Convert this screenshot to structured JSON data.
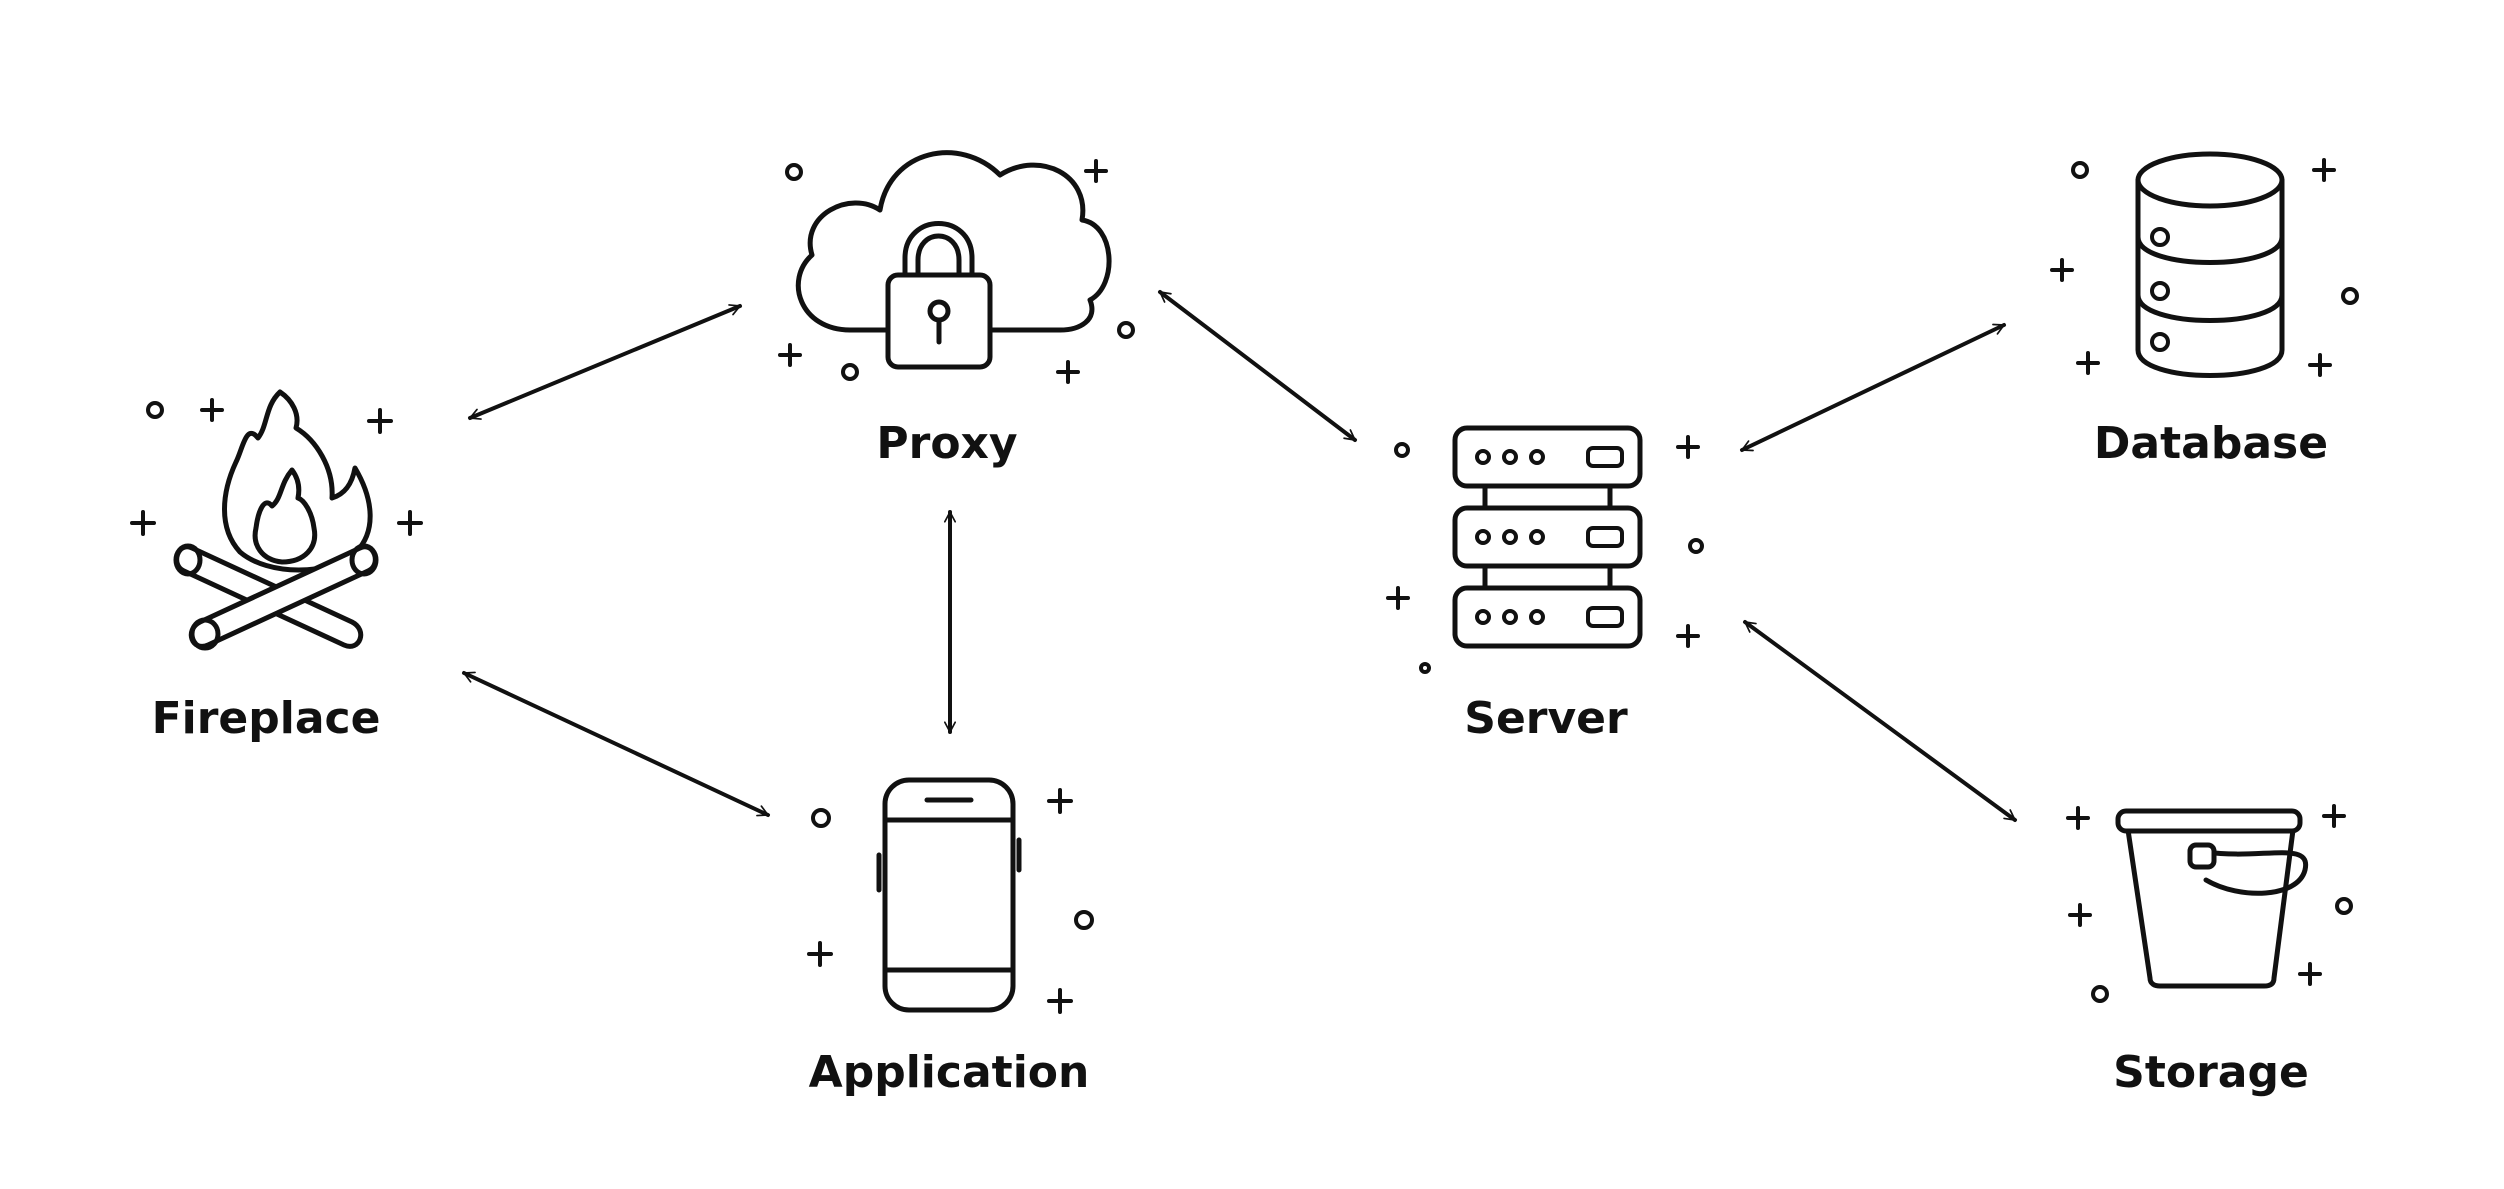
{
  "diagram": {
    "nodes": [
      {
        "id": "fireplace",
        "label": "Fireplace",
        "icon": "campfire-icon"
      },
      {
        "id": "proxy",
        "label": "Proxy",
        "icon": "cloud-lock-icon"
      },
      {
        "id": "application",
        "label": "Application",
        "icon": "smartphone-icon"
      },
      {
        "id": "server",
        "label": "Server",
        "icon": "server-rack-icon"
      },
      {
        "id": "database",
        "label": "Database",
        "icon": "database-icon"
      },
      {
        "id": "storage",
        "label": "Storage",
        "icon": "bucket-icon"
      }
    ],
    "edges": [
      {
        "from": "fireplace",
        "to": "proxy",
        "direction": "bidirectional"
      },
      {
        "from": "fireplace",
        "to": "application",
        "direction": "bidirectional"
      },
      {
        "from": "proxy",
        "to": "application",
        "direction": "bidirectional"
      },
      {
        "from": "proxy",
        "to": "server",
        "direction": "bidirectional"
      },
      {
        "from": "server",
        "to": "database",
        "direction": "bidirectional"
      },
      {
        "from": "server",
        "to": "storage",
        "direction": "bidirectional"
      }
    ],
    "colors": {
      "ink": "#111111",
      "background": "#ffffff"
    }
  }
}
